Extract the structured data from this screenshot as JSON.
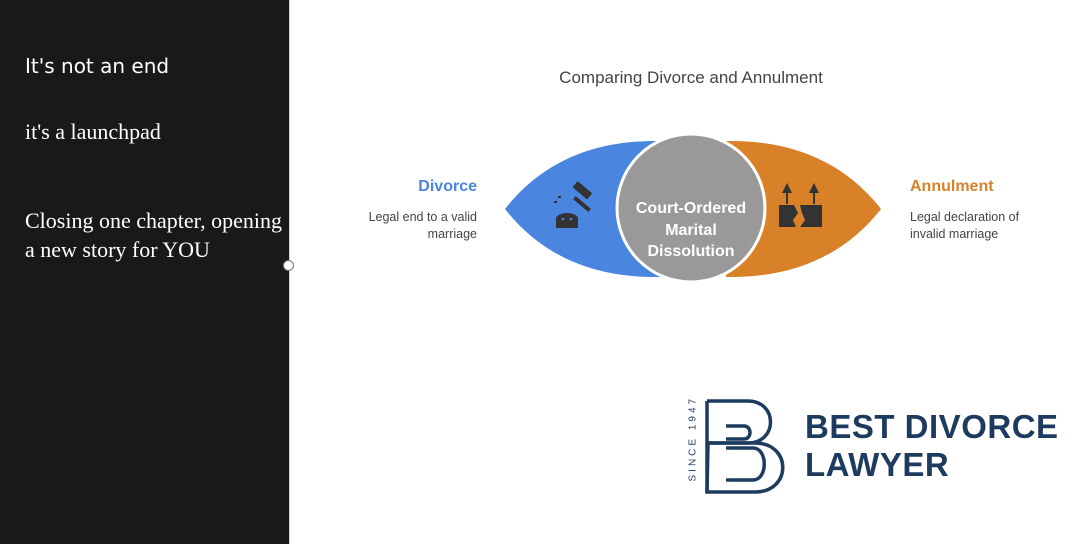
{
  "slide_text": {
    "line1": "It's not an end",
    "line2": "it's a launchpad",
    "line3": "Closing one chapter, opening a new story for YOU"
  },
  "diagram": {
    "title": "Comparing Divorce and Annulment",
    "left": {
      "heading": "Divorce",
      "description": "Legal end to a valid marriage",
      "color": "#4a86e0",
      "icon": "gavel-icon"
    },
    "right": {
      "heading": "Annulment",
      "description": "Legal declaration of invalid marriage",
      "color": "#d98129",
      "icon": "broken-wall-icon"
    },
    "center": {
      "label": "Court-Ordered Marital Dissolution",
      "color": "#999999"
    }
  },
  "logo": {
    "since": "SINCE 1947",
    "name_line1": "BEST DIVORCE",
    "name_line2": "LAWYER",
    "color": "#1d3a5f"
  }
}
